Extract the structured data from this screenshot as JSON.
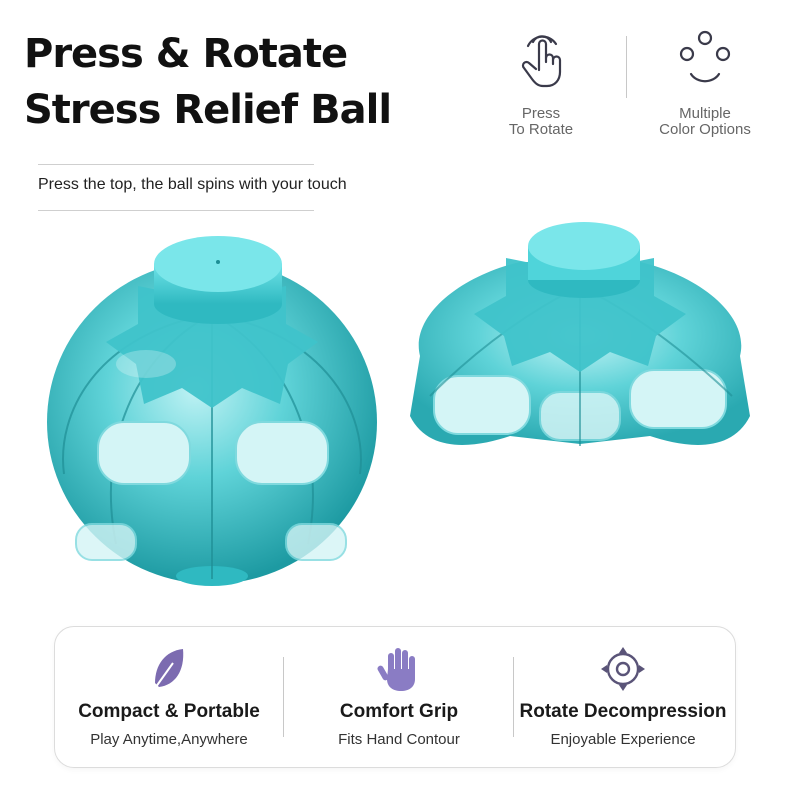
{
  "heading": {
    "line1": "Press & Rotate",
    "line2": "Stress Relief Ball",
    "subtitle": "Press the top, the ball spins with your touch"
  },
  "top_features": [
    {
      "icon": "press-hand-icon",
      "line1": "Press",
      "line2": "To Rotate"
    },
    {
      "icon": "color-dots-icon",
      "line1": "Multiple",
      "line2": "Color Options"
    }
  ],
  "bottom_features": [
    {
      "icon": "feather-icon",
      "title": "Compact & Portable",
      "subtitle": "Play Anytime,Anywhere"
    },
    {
      "icon": "glove-hand-icon",
      "title": "Comfort Grip",
      "subtitle": "Fits Hand Contour"
    },
    {
      "icon": "rotate-target-icon",
      "title": "Rotate Decompression",
      "subtitle": "Enjoyable Experience"
    }
  ],
  "colors": {
    "product_teal": "#3cc8cf",
    "icon_purple": "#6a5a9c",
    "text_gray": "#666666"
  }
}
